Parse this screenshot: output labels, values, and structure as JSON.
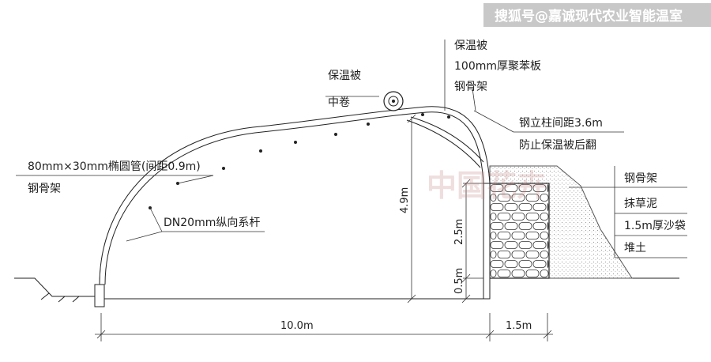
{
  "watermark_top": "搜狐号@嘉诚现代农业智能温室",
  "watermark_center": "中国花卉",
  "labels": {
    "quilt_top": "保温被",
    "board": "100mm厚聚苯板",
    "steel_frame_top": "钢骨架",
    "quilt_roll_1": "保温被",
    "quilt_roll_2": "中卷",
    "column_spacing": "钢立柱间距3.6m",
    "anti_flip": "防止保温被后翻",
    "oval_pipe": "80mm×30mm椭圆管(间距0.9m)",
    "steel_frame_left": "钢骨架",
    "tie_rod": "DN20mm纵向系杆",
    "wall_steel_frame": "钢骨架",
    "wall_mud": "抹草泥",
    "wall_sandbag": "1.5m厚沙袋",
    "wall_soil": "堆土"
  },
  "dimensions": {
    "height_total": "4.9m",
    "height_wall": "2.5m",
    "height_base": "0.5m",
    "span": "10.0m",
    "wall_thickness": "1.5m"
  }
}
